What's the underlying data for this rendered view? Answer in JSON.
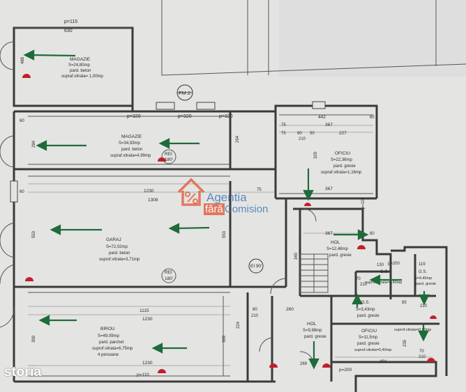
{
  "rooms": {
    "magazie_top": {
      "name": "MAGAZIE",
      "area": "S=24,80mp",
      "floor": "pard. beton",
      "glass": "supraf.vitrata= 1,00mp"
    },
    "magazie_mid": {
      "name": "MAGAZIE",
      "area": "S=34,93mp",
      "floor": "pard. beton",
      "glass": "supraf.vitrata=4,99mp"
    },
    "oficiu_top": {
      "name": "OFICIU",
      "area": "S=22,36mp",
      "floor": "pard. gresie",
      "glass": "supraf.vitrata=1,16mp"
    },
    "garaj": {
      "name": "GARAJ",
      "area": "S=72,02mp",
      "floor": "pard. beton",
      "glass": "suprof.vitrata=3,71mp"
    },
    "hol_right": {
      "name": "HOL",
      "area": "S=12,48mp",
      "floor": "pard. gresie"
    },
    "gs_left": {
      "name": "G.S.",
      "glass": "suprof.vitrata=0,40mp"
    },
    "gs_right": {
      "name": "G.S.",
      "area": "S=4,45mp",
      "floor": "pard. gresie"
    },
    "gs_small": {
      "name": "G.S.",
      "area": "S=3,43mp",
      "floor": "pard. gresie"
    },
    "birou": {
      "name": "BIROU",
      "area": "S=49,09mp",
      "floor": "pard. parchet",
      "glass": "suprof.vitrata=6,75mp",
      "people": "4 persoane"
    },
    "hol_bottom": {
      "name": "HOL",
      "area": "S=9,98mp",
      "floor": "pard. gresie"
    },
    "oficiu_bottom": {
      "name": "OFICIU",
      "area": "S=11,5mp",
      "floor": "pard. gresie",
      "glass": "suprof.vitrata=0,40mp",
      "glass_top": "suprof.vitrata=0,80mp"
    }
  },
  "labels": {
    "fm2": "FM 2",
    "rei1": "REI",
    "rei1_val": "180'",
    "rei2": "REI",
    "rei2_val": "180'",
    "ei": "EI 90'"
  },
  "dimensions": {
    "d_p115": "p=115",
    "d_630": "630",
    "d_488": "488",
    "d_p320a": "p=320",
    "d_p320b": "p=320",
    "d_p320c": "p=320",
    "d_60a": "60",
    "d_60b": "60",
    "d_60c": "60",
    "d_60d": "60",
    "d_442": "442",
    "d_367a": "367",
    "d_227": "227",
    "d_75a": "75",
    "d_75b": "75",
    "d_90": "90",
    "d_50": "50",
    "d_210a": "210",
    "d_284": "284",
    "d_294": "294",
    "d_329": "329",
    "d_367b": "367",
    "d_p100": "p=100",
    "d_1230a": "1230",
    "d_1308": "1308",
    "d_75c": "75",
    "d_553a": "553",
    "d_553b": "553",
    "d_367c": "367",
    "d_340": "340",
    "d_130": "130",
    "d_p200a": "p=200",
    "d_119": "119",
    "d_85": "85",
    "d_70a": "70",
    "d_210b": "210",
    "d_210c": "210",
    "d_1115": "1115",
    "d_1230b": "1230",
    "d_1230c": "1230",
    "d_80": "80",
    "d_210d": "210",
    "d_260": "260",
    "d_224": "224",
    "d_399a": "399",
    "d_399b": "399",
    "d_235": "235",
    "d_269": "269",
    "d_491": "491",
    "d_70b": "70",
    "d_210e": "210",
    "d_p110": "p=110",
    "d_p200b": "p=200"
  },
  "watermark": {
    "line1": "Agentia",
    "line2a": "fără",
    "line2b": "Comision"
  },
  "brand": {
    "storia": "storia"
  },
  "colors": {
    "arrow_green": "#1f6b3a",
    "arrow_red": "#c0202a",
    "logo_red": "#e05d3c",
    "logo_blue": "#2d6db3"
  }
}
